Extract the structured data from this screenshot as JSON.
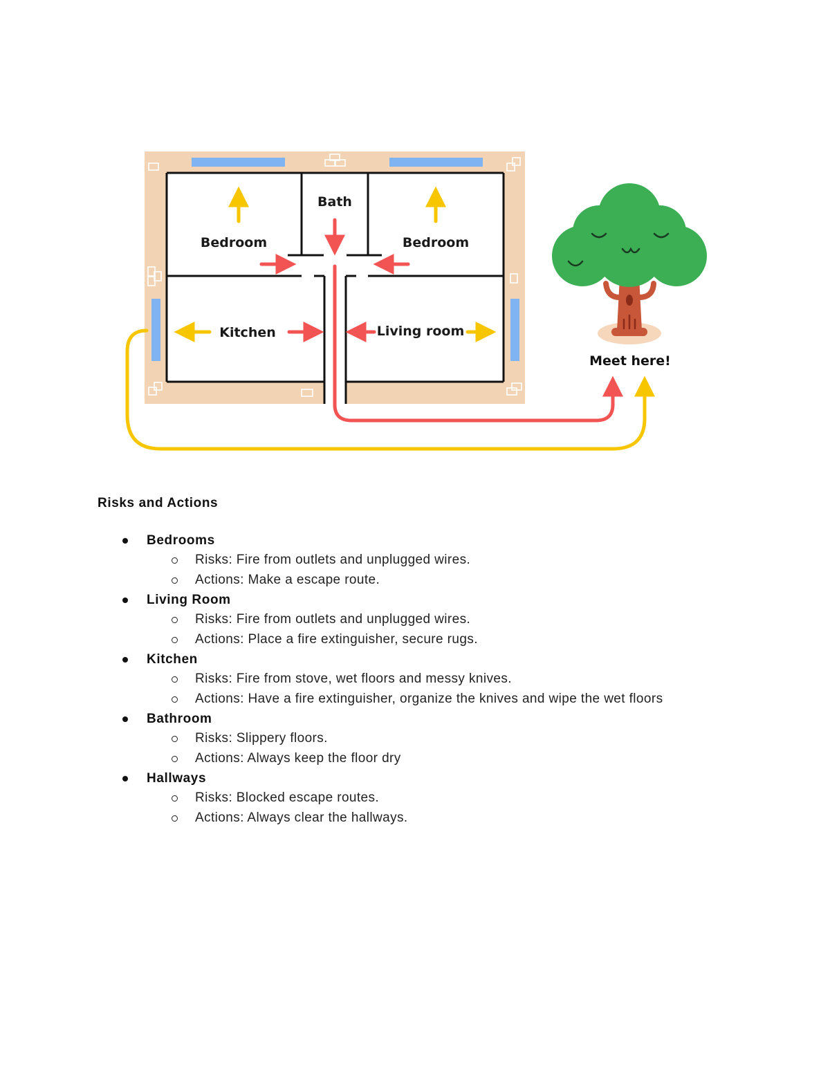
{
  "diagram": {
    "rooms": {
      "bedroom_left": "Bedroom",
      "bath": "Bath",
      "bedroom_right": "Bedroom",
      "kitchen": "Kitchen",
      "living_room": "Living room"
    },
    "meeting_point": "Meet here!",
    "colors": {
      "wall_outline": "#111111",
      "house_border": "#f2d3b3",
      "window": "#7fb3f2",
      "primary_route": "#f25353",
      "secondary_route": "#f7c600",
      "tree_foliage": "#3cae54",
      "tree_trunk": "#c8573a"
    }
  },
  "document": {
    "heading": "Risks and Actions",
    "sections": [
      {
        "title": "Bedrooms",
        "items": [
          "Risks: Fire from outlets and unplugged wires.",
          "Actions: Make a escape route."
        ]
      },
      {
        "title": "Living Room",
        "items": [
          "Risks: Fire from outlets and unplugged wires.",
          "Actions: Place a fire extinguisher, secure rugs."
        ]
      },
      {
        "title": "Kitchen",
        "items": [
          "Risks: Fire from stove, wet floors and messy knives.",
          "Actions: Have a fire extinguisher, organize the knives and wipe the wet floors"
        ]
      },
      {
        "title": "Bathroom",
        "items": [
          "Risks: Slippery floors.",
          "Actions: Always keep the floor dry"
        ]
      },
      {
        "title": "Hallways",
        "items": [
          "Risks: Blocked escape routes.",
          "Actions: Always clear the hallways."
        ]
      }
    ]
  }
}
